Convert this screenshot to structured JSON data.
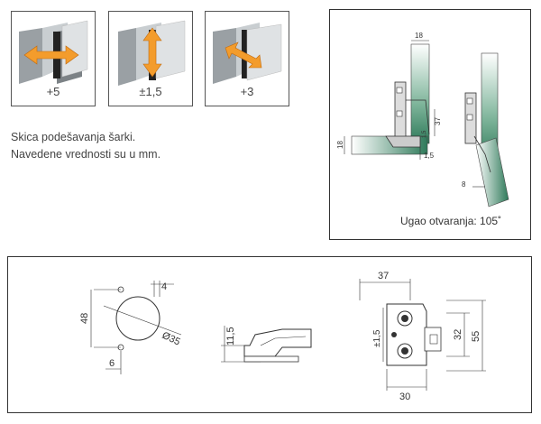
{
  "adjustments": [
    {
      "label": "+5",
      "icon": "horizontal-adjust-icon"
    },
    {
      "label": "±1,5",
      "icon": "vertical-adjust-icon"
    },
    {
      "label": "+3",
      "icon": "depth-adjust-icon"
    }
  ],
  "caption": {
    "line1": "Skica podešavanja šarki.",
    "line2": "Navedene vrednosti su u mm."
  },
  "opening_diagram": {
    "dims": {
      "top": "18",
      "side": "18",
      "height": "37",
      "small": "1,5",
      "gap_small": "1,5",
      "bottom": "8"
    },
    "angle_label": "Ugao otvaranja: 105˚"
  },
  "drilling": {
    "dims": {
      "offset": "4",
      "height": "48",
      "diameter": "Ø35",
      "edge": "6"
    }
  },
  "profile": {
    "dims": {
      "height": "11,5"
    }
  },
  "plate": {
    "dims": {
      "width_top": "37",
      "tolerance": "±1,5",
      "inner_h": "32",
      "outer_h": "55",
      "width_bottom": "30"
    }
  },
  "colors": {
    "arrow": "#f39c2c",
    "door": "#2f7a5a",
    "accent": "#e8b06c"
  }
}
